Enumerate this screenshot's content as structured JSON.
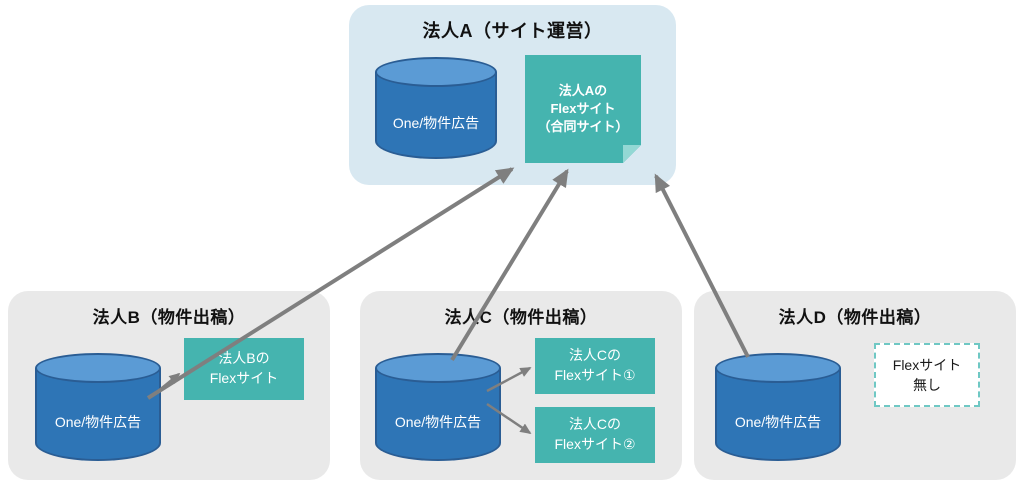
{
  "boxA": {
    "title": "法人A（サイト運営）",
    "cylinder": "One/物件広告",
    "note": "法人Aの\nFlexサイト\n（合同サイト）"
  },
  "boxB": {
    "title": "法人B（物件出稿）",
    "cylinder": "One/物件広告",
    "site": "法人Bの\nFlexサイト"
  },
  "boxC": {
    "title": "法人C（物件出稿）",
    "cylinder": "One/物件広告",
    "site1": "法人Cの\nFlexサイト①",
    "site2": "法人Cの\nFlexサイト②"
  },
  "boxD": {
    "title": "法人D（物件出稿）",
    "cylinder": "One/物件広告",
    "no_site": "Flexサイト\n無し"
  },
  "colors": {
    "boxA_bg": "#d8e8f1",
    "group_bg": "#e9e9e9",
    "cyl_body": "#2e75b6",
    "cyl_top": "#5b9bd5",
    "cyl_border": "#2a5d94",
    "teal": "#45b4af",
    "teal_fold": "#93d8d4",
    "dashed_border": "#6fc8c4",
    "arrow": "#7f7f7f"
  }
}
